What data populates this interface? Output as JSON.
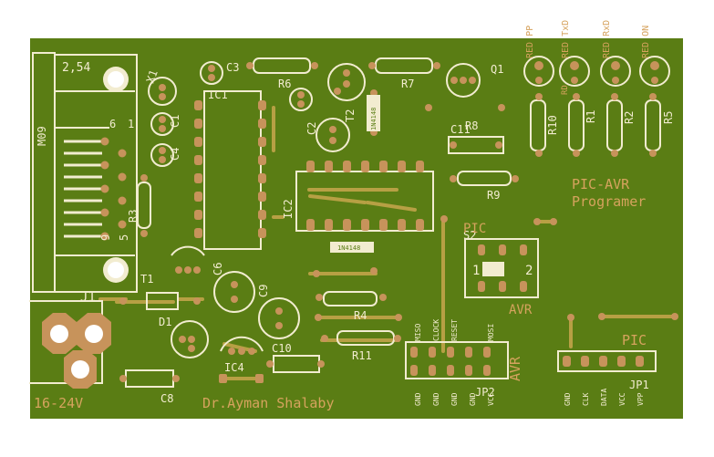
{
  "board": {
    "title": "PIC-AVR",
    "subtitle": "Programer",
    "author": "Dr.Ayman Shalaby",
    "voltage": "16-24V",
    "pitch_label": "2,54",
    "connector_label": "M09",
    "colors": {
      "board": "#5a7d14",
      "silk": "#f2ecd0",
      "pad": "#c7935b",
      "trace": "#b6a045",
      "orange": "#d6a35e"
    }
  },
  "labels": {
    "c3": "C3",
    "c1": "C1",
    "c4": "C4",
    "x1": "X1",
    "ic1": "IC1",
    "r6": "R6",
    "r7": "R7",
    "t2": "T2",
    "c2": "C2",
    "zener": "1N4148",
    "q1": "Q1",
    "c11": "C11",
    "r8": "R8",
    "r9": "R9",
    "ic2": "IC2",
    "r3": "R3",
    "diode": "1N4148",
    "t1": "T1",
    "c6": "C6",
    "c9": "C9",
    "j1": "J1",
    "d1": "D1",
    "r4": "R4",
    "r11": "R11",
    "c10": "C10",
    "ic4": "IC4",
    "c8": "C8",
    "s2": "S2",
    "pic_switch": "PIC",
    "avr_switch": "AVR",
    "switch_pos1": "1",
    "switch_pos2": "2",
    "r10": "R10",
    "r1": "R1",
    "r2": "R2",
    "r5": "R5",
    "jp2": "JP2",
    "avr_vertical": "AVR",
    "jp1": "JP1",
    "pic_jp": "PIC",
    "pin6": "6",
    "pin1": "1",
    "pin9": "9",
    "pin5": "5"
  },
  "leds": [
    "PP",
    "RD",
    "TxD",
    "RxD",
    "ON"
  ],
  "led_prefix": "RED",
  "jp2_pins": [
    "MISO",
    "CLOCK",
    "RESET",
    "MOSI"
  ],
  "jp2_gnd": [
    "GND",
    "GND",
    "GND",
    "GND",
    "VCC"
  ],
  "jp1_pins": [
    "GND",
    "CLK",
    "DATA",
    "VCC",
    "VPP"
  ]
}
